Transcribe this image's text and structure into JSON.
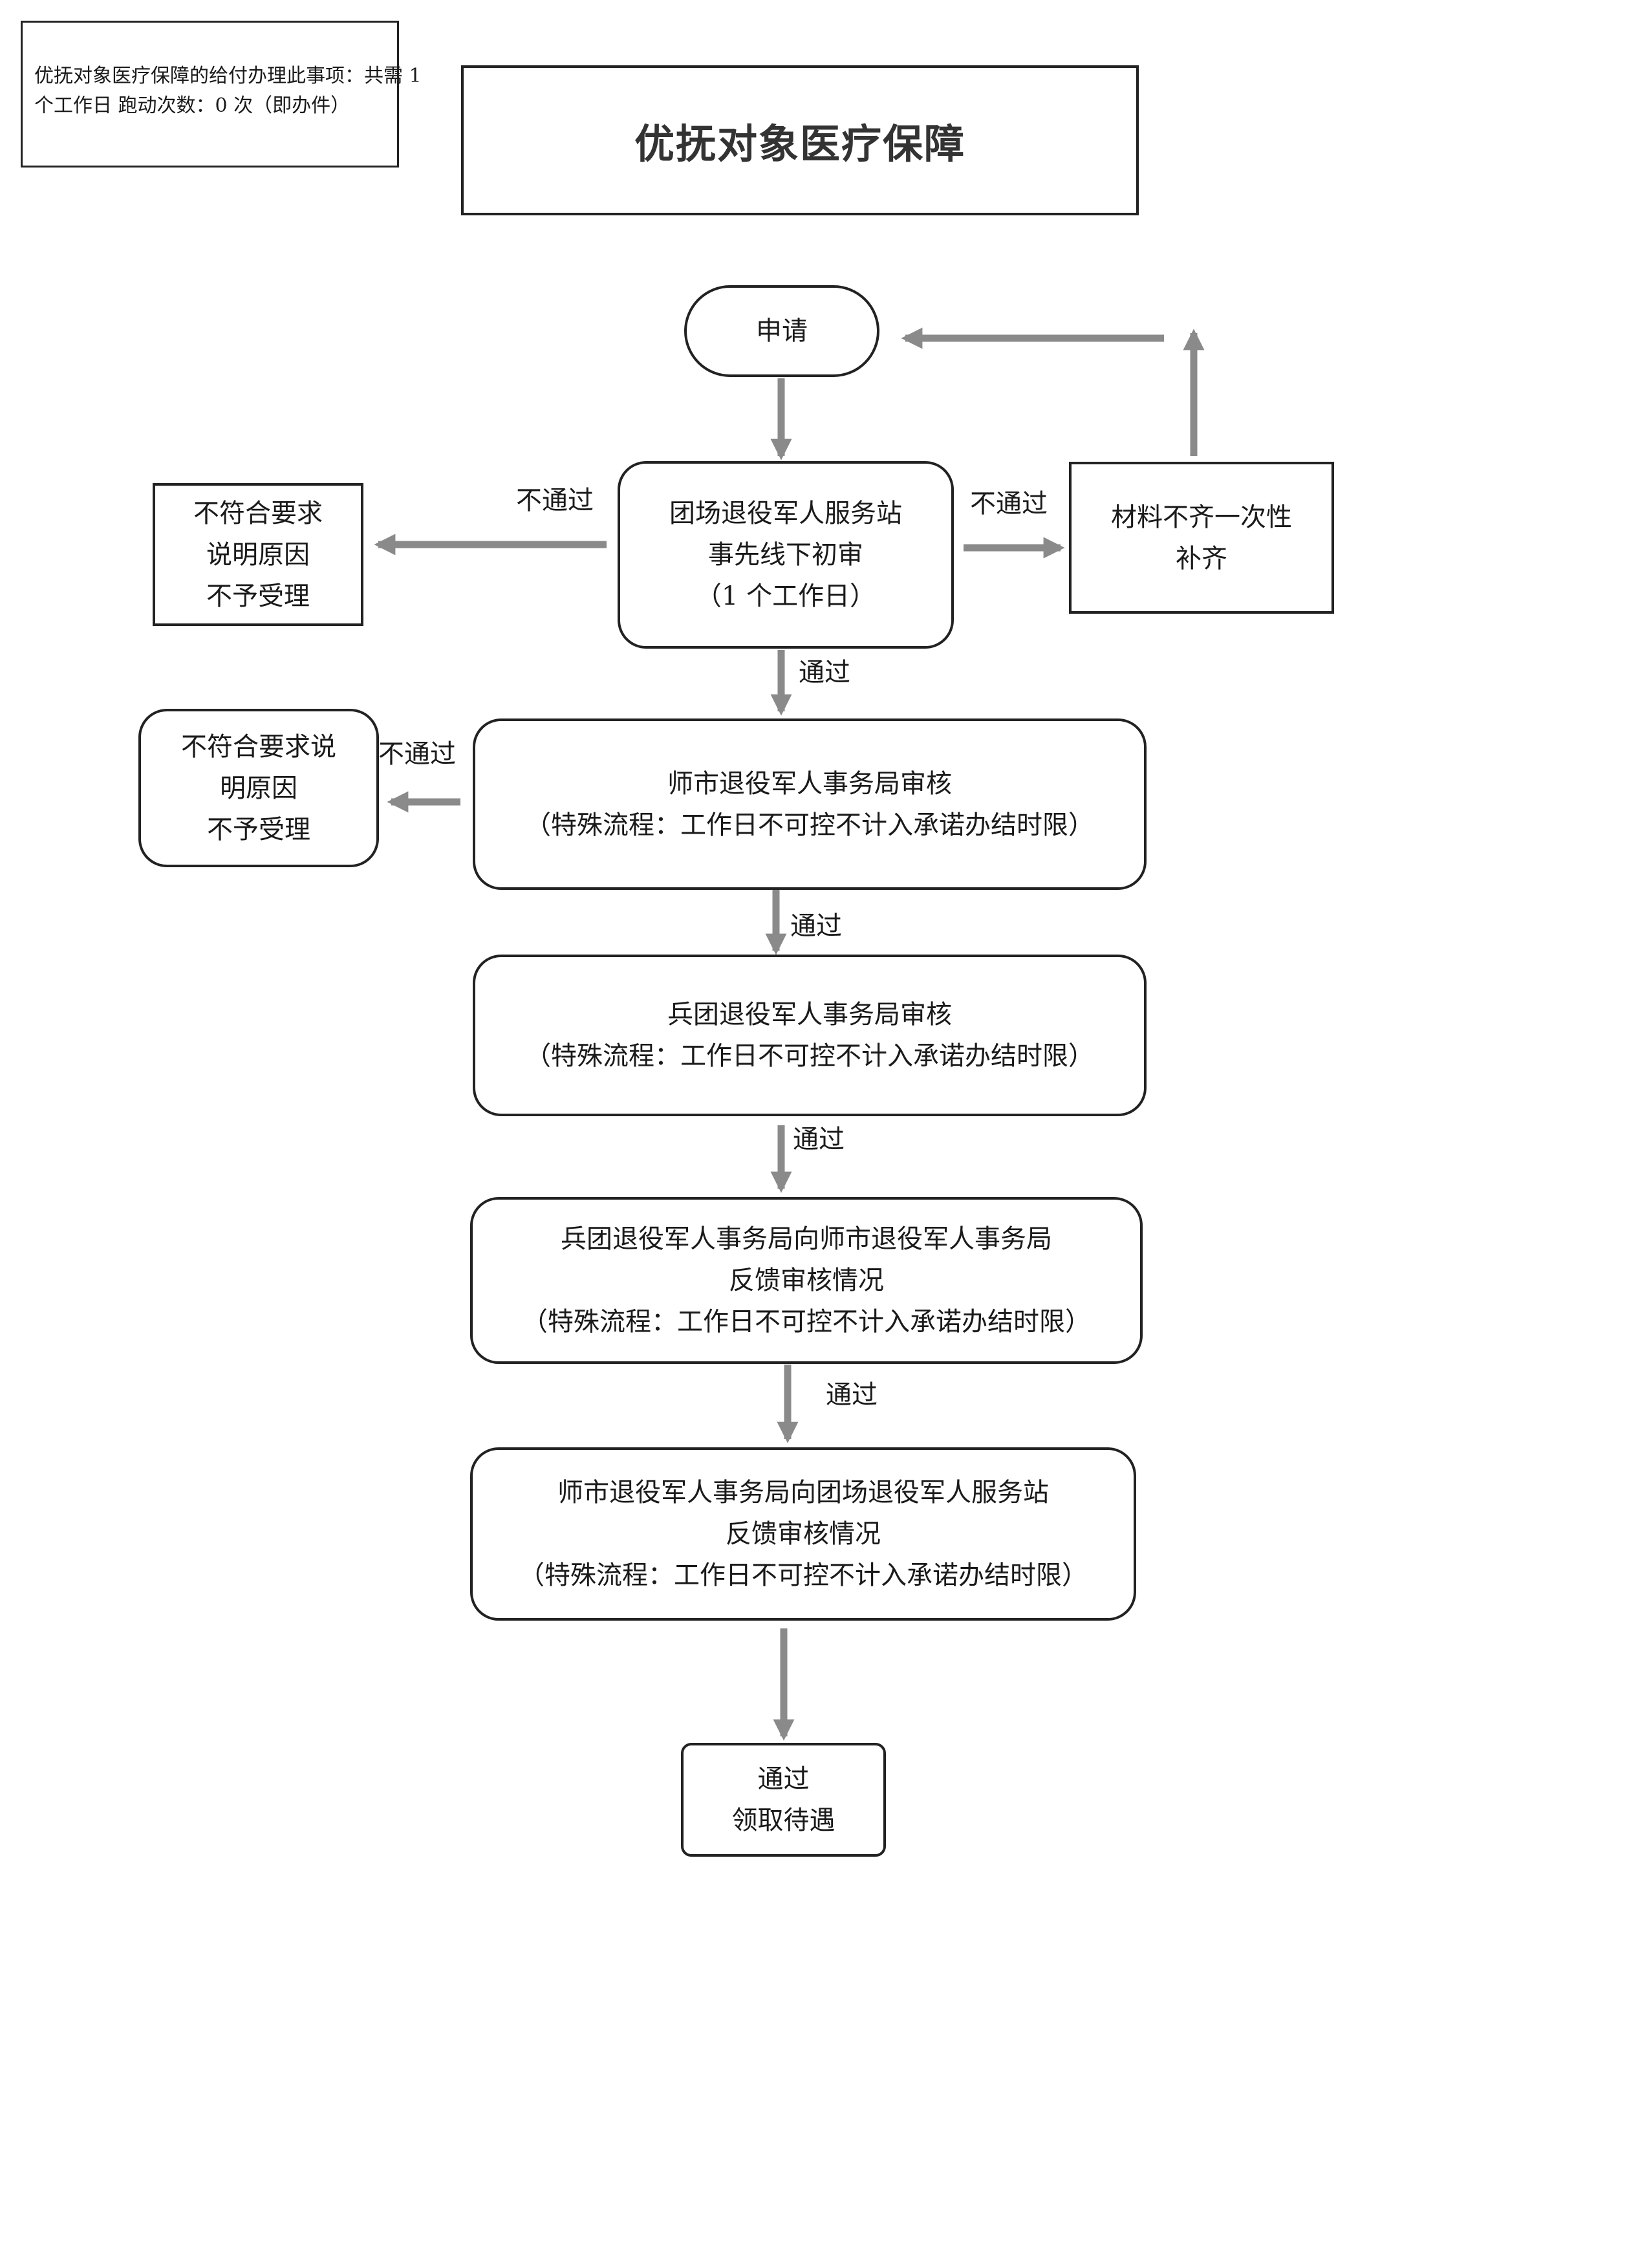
{
  "note": {
    "line1": "优抚对象医疗保障的给付办理此事项：共需 1",
    "line2": "个工作日 跑动次数：0 次（即办件）"
  },
  "title": "优抚对象医疗保障",
  "nodes": {
    "apply": "申请",
    "initial_review": [
      "团场退役军人服务站",
      "事先线下初审",
      "（1 个工作日）"
    ],
    "supplement": [
      "材料不齐一次性",
      "补齐"
    ],
    "reject_1": [
      "不符合要求",
      "说明原因",
      "不予受理"
    ],
    "city_review": [
      "师市退役军人事务局审核",
      "（特殊流程：工作日不可控不计入承诺办结时限）"
    ],
    "reject_2": [
      "不符合要求说",
      "明原因",
      "不予受理"
    ],
    "corps_review": [
      "兵团退役军人事务局审核",
      "（特殊流程：工作日不可控不计入承诺办结时限）"
    ],
    "corps_feedback": [
      "兵团退役军人事务局向师市退役军人事务局",
      "反馈审核情况",
      "（特殊流程：工作日不可控不计入承诺办结时限）"
    ],
    "city_feedback": [
      "师市退役军人事务局向团场退役军人服务站",
      "反馈审核情况",
      "（特殊流程：工作日不可控不计入承诺办结时限）"
    ],
    "receive": [
      "通过",
      "领取待遇"
    ]
  },
  "labels": {
    "fail_left_1": "不通过",
    "fail_right": "不通过",
    "pass_1": "通过",
    "fail_left_2": "不通过",
    "pass_2": "通过",
    "pass_3": "通过",
    "pass_4": "通过"
  }
}
